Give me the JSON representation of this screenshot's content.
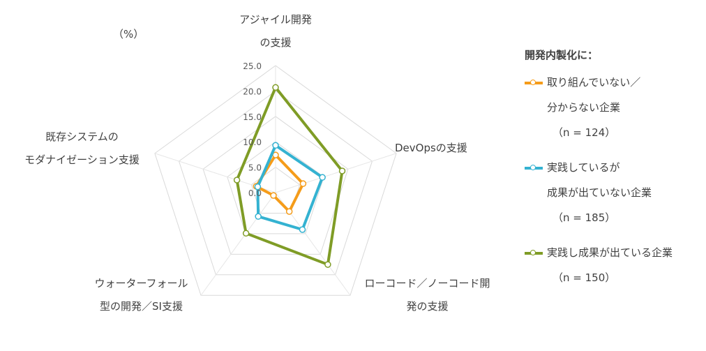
{
  "chart_data": {
    "type": "radar",
    "unit_label": "（%）",
    "categories": [
      [
        "アジャイル開発",
        "の支援"
      ],
      [
        "DevOpsの支援"
      ],
      [
        "ローコード／ノーコード開",
        "発の支援"
      ],
      [
        "ウォーターフォール",
        "型の開発／SI支援"
      ],
      [
        "既存システムの",
        "モダナイゼーション支援"
      ]
    ],
    "rlim": [
      0,
      25
    ],
    "ticks": [
      "0.0",
      "5.0",
      "10.0",
      "15.0",
      "20.0",
      "25.0"
    ],
    "tick_values": [
      0,
      5,
      10,
      15,
      20,
      25
    ],
    "legend_title": "開発内製化に：",
    "legend_position": "right",
    "series": [
      {
        "name": [
          "取り組んでいない／",
          "分からない企業",
          "（n = 124）"
        ],
        "color": "#f59c1a",
        "values": [
          7.4,
          5.7,
          4.6,
          0.7,
          4.0
        ]
      },
      {
        "name": [
          "実践しているが",
          "成果が出ていない企業",
          "（n = 185）"
        ],
        "color": "#34b2d1",
        "values": [
          9.3,
          9.7,
          9.0,
          5.8,
          3.7
        ]
      },
      {
        "name": [
          "実践し成果が出ている企業",
          "（n = 150）"
        ],
        "color": "#7f9c26",
        "values": [
          20.7,
          13.8,
          17.5,
          9.9,
          8.0
        ]
      }
    ]
  }
}
